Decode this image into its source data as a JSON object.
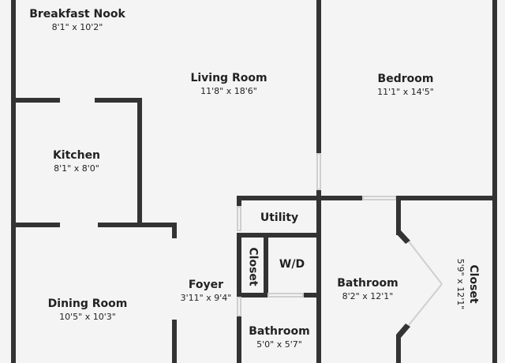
{
  "rooms": {
    "breakfast_nook": {
      "name": "Breakfast Nook",
      "dim": "8'1\" x 10'2\""
    },
    "living_room": {
      "name": "Living Room",
      "dim": "11'8\" x 18'6\""
    },
    "bedroom": {
      "name": "Bedroom",
      "dim": "11'1\" x 14'5\""
    },
    "kitchen": {
      "name": "Kitchen",
      "dim": "8'1\" x 8'0\""
    },
    "utility": {
      "name": "Utility"
    },
    "closet_small": {
      "name": "Closet"
    },
    "wd": {
      "name": "W/D"
    },
    "foyer": {
      "name": "Foyer",
      "dim": "3'11\" x 9'4\""
    },
    "dining_room": {
      "name": "Dining Room",
      "dim": "10'5\" x 10'3\""
    },
    "bathroom_main": {
      "name": "Bathroom",
      "dim": "8'2\" x 12'1\""
    },
    "bathroom_small": {
      "name": "Bathroom",
      "dim": "5'0\" x 5'7\""
    },
    "closet_large": {
      "name": "Closet",
      "dim": "5'9\" x 12'1\""
    }
  },
  "colors": {
    "wall": "#333333",
    "background": "#f4f4f4",
    "opening": "#cfcfcf"
  }
}
